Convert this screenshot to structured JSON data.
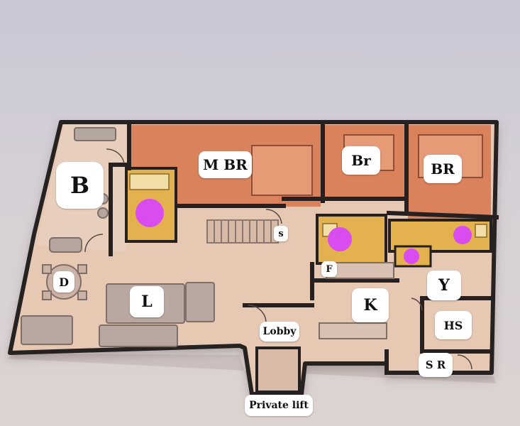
{
  "rooms": {
    "balcony": "B",
    "master_bedroom": "M BR",
    "bedroom_small": "Br",
    "bedroom": "BR",
    "store": "s",
    "dining": "D",
    "living": "L",
    "fridge": "F",
    "kitchen": "K",
    "yard": "Y",
    "lobby": "Lobby",
    "hs": "HS",
    "servant_room": "S R",
    "private_lift": "Private lift"
  },
  "colors": {
    "bedroom_fill": "#d9825c",
    "bath_fill": "#e3b24e",
    "floor_fill": "#e6c8b3",
    "wall": "#262020",
    "marker": "#d94cf0"
  },
  "icons": [
    "door-swing-icon",
    "bed-icon",
    "sofa-icon",
    "dining-table-icon",
    "toilet-icon",
    "stair-icon"
  ]
}
